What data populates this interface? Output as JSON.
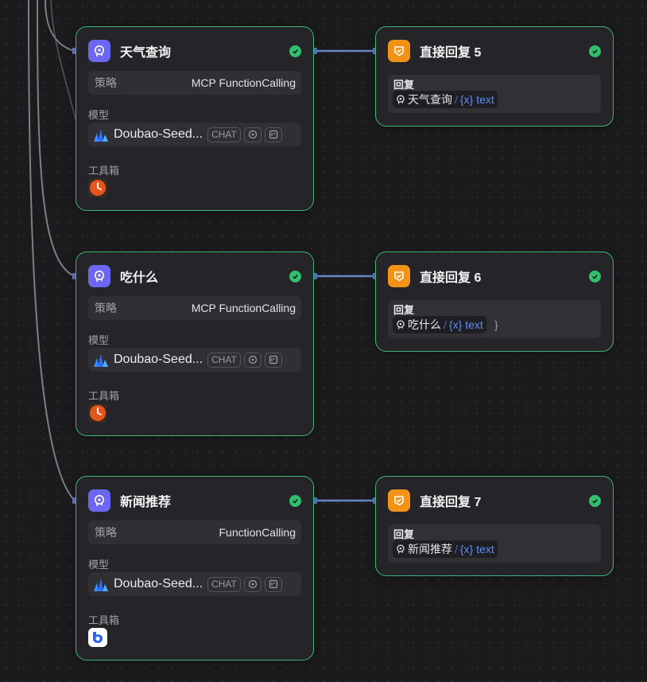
{
  "agents": [
    {
      "title": "天气查询",
      "strategy_label": "策略",
      "strategy_value": "MCP FunctionCalling",
      "model_label": "模型",
      "model_name": "Doubao-Seed...",
      "model_tag": "CHAT",
      "tools_label": "工具箱",
      "tool_icon": "clock-icon"
    },
    {
      "title": "吃什么",
      "strategy_label": "策略",
      "strategy_value": "MCP FunctionCalling",
      "model_label": "模型",
      "model_name": "Doubao-Seed...",
      "model_tag": "CHAT",
      "tools_label": "工具箱",
      "tool_icon": "clock-icon"
    },
    {
      "title": "新闻推荐",
      "strategy_label": "策略",
      "strategy_value": "FunctionCalling",
      "model_label": "模型",
      "model_name": "Doubao-Seed...",
      "model_tag": "CHAT",
      "tools_label": "工具箱",
      "tool_icon": "news-app-icon"
    }
  ],
  "replies": [
    {
      "title": "直接回复 5",
      "panel_label": "回复",
      "source": "天气查询",
      "separator": "/",
      "var_prefix": "{x}",
      "var_name": "text",
      "trailing": ""
    },
    {
      "title": "直接回复 6",
      "panel_label": "回复",
      "source": "吃什么",
      "separator": "/",
      "var_prefix": "{x}",
      "var_name": "text",
      "trailing": "}"
    },
    {
      "title": "直接回复 7",
      "panel_label": "回复",
      "source": "新闻推荐",
      "separator": "/",
      "var_prefix": "{x}",
      "var_name": "text",
      "trailing": ""
    }
  ],
  "colors": {
    "node_border": "#39b87a",
    "agent_badge": "#6b67f0",
    "reply_badge": "#f29318",
    "edge": "#6b86c4",
    "variable": "#5d8eff",
    "success": "#2fbf6e"
  }
}
